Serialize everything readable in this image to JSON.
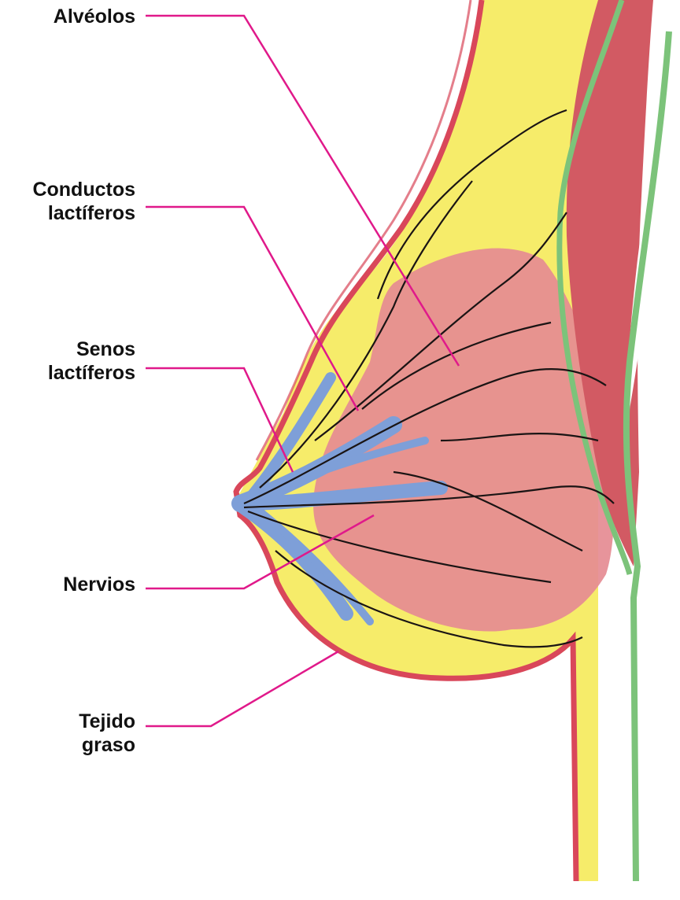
{
  "labels": {
    "alveolos": "Alvéolos",
    "conductos_line1": "Conductos",
    "conductos_line2": "lactíferos",
    "senos_line1": "Senos",
    "senos_line2": "lactíferos",
    "nervios": "Nervios",
    "tejido_line1": "Tejido",
    "tejido_line2": "graso"
  },
  "colors": {
    "leader_line": "#e0198a",
    "skin": "#d9475a",
    "fat": "#f6ec6a",
    "gland": "#e58b93",
    "ducts": "#7e9fd8",
    "fascia": "#7cc37a",
    "muscle": "#d25a63",
    "nerves": "#1a1414"
  }
}
